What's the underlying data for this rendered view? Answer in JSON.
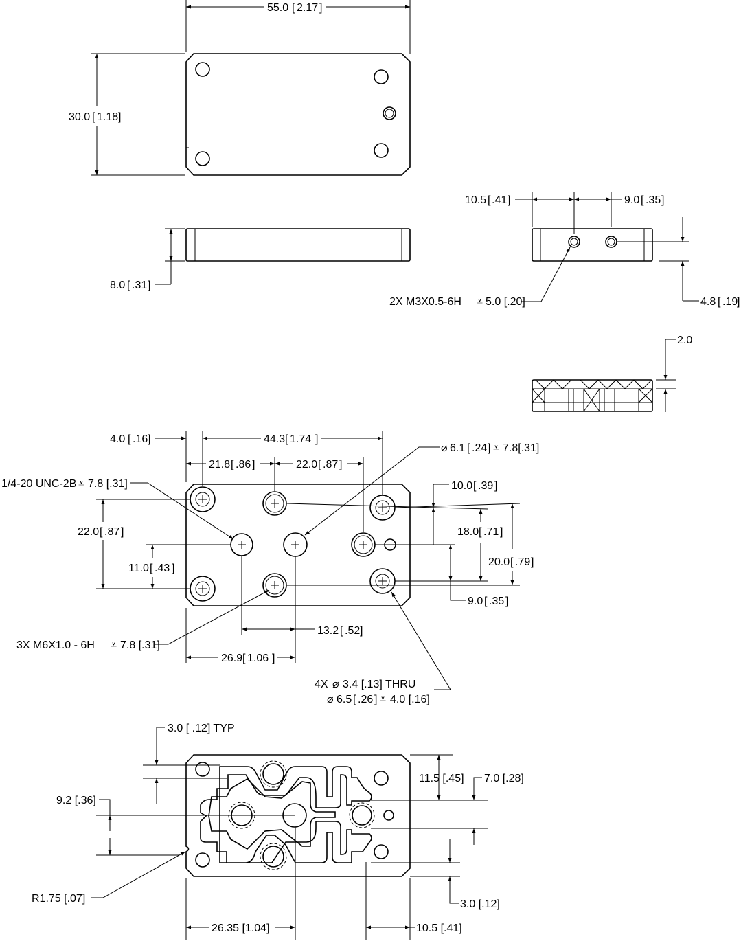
{
  "top_view": {
    "width_mm": "55.0",
    "width_in": "2.17",
    "height_mm": "30.0",
    "height_in": "1.18"
  },
  "side_view": {
    "thickness_mm": "8.0",
    "thickness_in": ".31"
  },
  "end_view": {
    "left_offset_mm": "10.5",
    "left_offset_in": ".41",
    "spacing_mm": "9.0",
    "spacing_in": ".35",
    "hole_height_mm": "4.8",
    "hole_height_in": ".19",
    "thread_callout": "2X M3X0.5-6H",
    "thread_depth": "5.0 [.20]"
  },
  "section_view": {
    "depth": "2.0"
  },
  "bottom_view": {
    "edge_to_hole_mm": "4.0",
    "edge_to_hole_in": ".16",
    "hole_span_mm": "44.3",
    "hole_span_in": "1.74",
    "dim_a_mm": "21.8",
    "dim_a_in": ".86",
    "dim_b_mm": "22.0",
    "dim_b_in": ".87",
    "counterbore_callout": "6.1",
    "counterbore_callout_in": ".24",
    "counterbore_depth": "7.8[.31]",
    "thread_quarter_callout": "1/4-20 UNC-2B",
    "thread_quarter_depth": "7.8 [.31]",
    "dim_right_top_mm": "10.0",
    "dim_right_top_in": ".39",
    "dim_right_mid_mm": "18.0",
    "dim_right_mid_in": ".71",
    "dim_right_tall_mm": "20.0",
    "dim_right_tall_in": ".79",
    "dim_right_bot_mm": "9.0",
    "dim_right_bot_in": ".35",
    "dim_left_tall_mm": "22.0",
    "dim_left_tall_in": ".87",
    "dim_left_short_mm": "11.0",
    "dim_left_short_in": ".43",
    "dim_center_mm": "13.2",
    "dim_center_in": ".52",
    "dim_bottom_mm": "26.9",
    "dim_bottom_in": "1.06",
    "m6_callout": "3X M6X1.0 - 6H",
    "m6_depth": "7.8 [.31]",
    "thru_callout_1": "4X",
    "thru_callout_1b": "3.4 [.13] THRU",
    "thru_callout_2a": "6.5",
    "thru_callout_2b": ".26",
    "thru_callout_2c": "4.0 [.16]"
  },
  "channel_view": {
    "typ_callout": "3.0 [ .12] TYP",
    "dim_92": "9.2 [.36]",
    "dim_115": "11.5 [.45]",
    "dim_70": "7.0 [.28]",
    "radius": "R1.75 [.07]",
    "dim_30": "3.0 [.12]",
    "dim_2635": "26.35 [1.04]",
    "dim_105": "10.5 [.41]"
  }
}
